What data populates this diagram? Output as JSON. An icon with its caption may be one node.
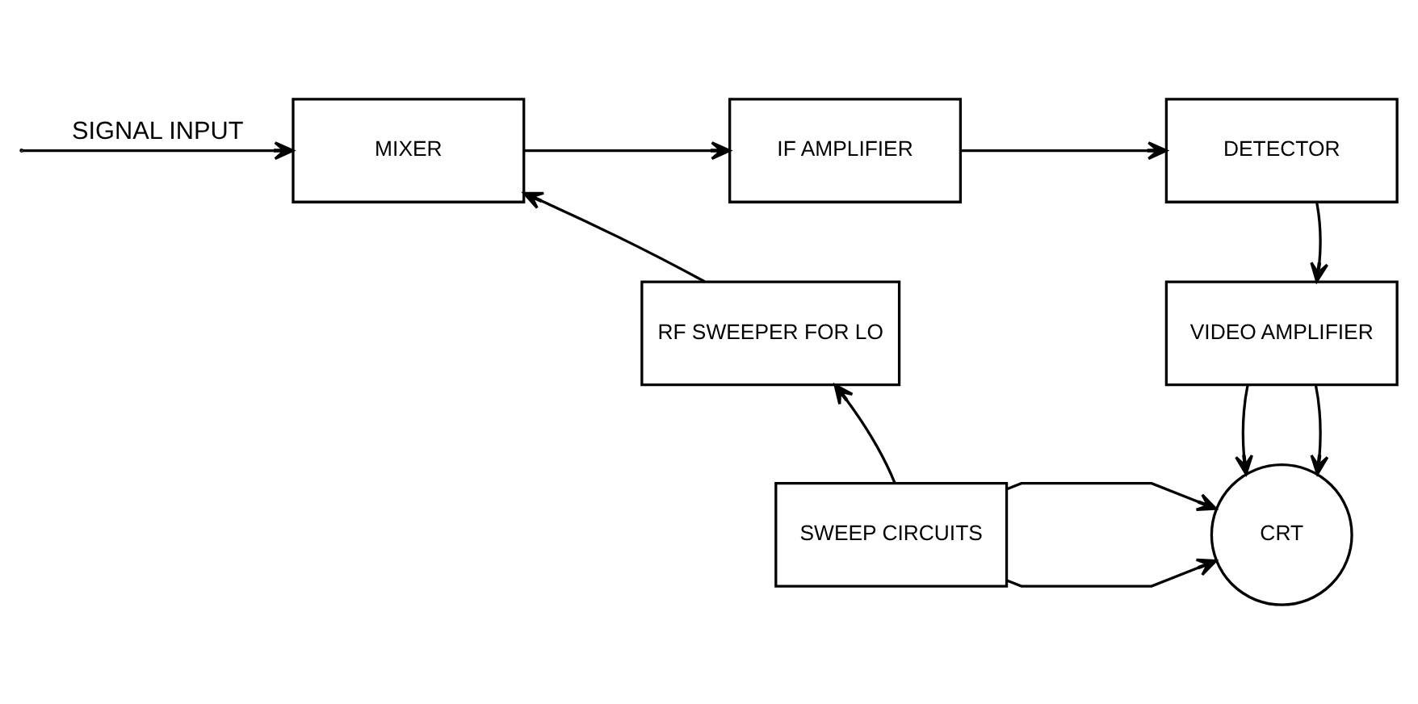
{
  "diagram": {
    "nodes": [
      {
        "text": [
          "MIXER"
        ]
      },
      {
        "text": [
          "IF AMPLIFIER"
        ]
      },
      {
        "text": [
          "DETECTOR"
        ]
      },
      {
        "text": [
          "RF SWEEPER FOR LO"
        ]
      },
      {
        "text": [
          "VIDEO AMPLIFIER"
        ]
      },
      {
        "text": [
          "CRT"
        ]
      },
      {
        "text": [
          "SWEEP CIRCUITS"
        ]
      }
    ],
    "edges": [
      {
        "from": null,
        "to": 0,
        "arrow": "to",
        "label": "SIGNAL INPUT"
      },
      {
        "from": 0,
        "to": 1,
        "arrow": "to"
      },
      {
        "from": 1,
        "to": 2,
        "arrow": "to"
      },
      {
        "from": 2,
        "to": 4,
        "arrow": "to"
      },
      {
        "from": 3,
        "to": 0,
        "arrow": "to"
      },
      {
        "from": 6,
        "to": 3,
        "arrow": "to"
      },
      {
        "from": 4,
        "to": 5,
        "arrow": "to"
      },
      {
        "from": 6,
        "to": 5,
        "arrow": "to"
      },
      {
        "from": 6,
        "to": 5,
        "arrow": "to"
      },
      {
        "from": 4,
        "to": 5,
        "arrow": "to"
      }
    ]
  }
}
